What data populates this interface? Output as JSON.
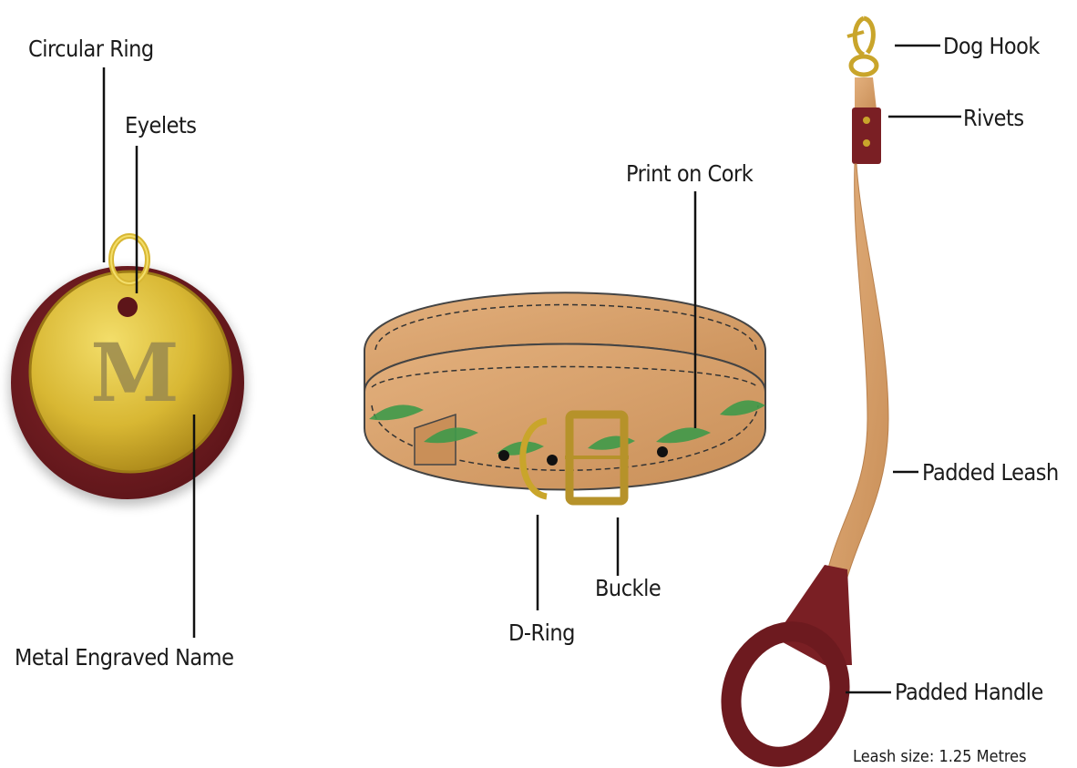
{
  "labels": {
    "circular_ring": "Circular Ring",
    "eyelets": "Eyelets",
    "metal_engraved_name": "Metal Engraved Name",
    "print_on_cork": "Print on Cork",
    "d_ring": "D-Ring",
    "buckle": "Buckle",
    "dog_hook": "Dog Hook",
    "rivets": "Rivets",
    "padded_leash": "Padded Leash",
    "padded_handle": "Padded Handle"
  },
  "tag": {
    "engraving": "M"
  },
  "note": "Leash size: 1.25 Metres",
  "colors": {
    "cork": "#d9a16a",
    "cork_dark": "#b9804c",
    "burgundy": "#7a1f24",
    "gold": "#d8b733",
    "leaf": "#3f9a4a",
    "line": "#111111"
  }
}
